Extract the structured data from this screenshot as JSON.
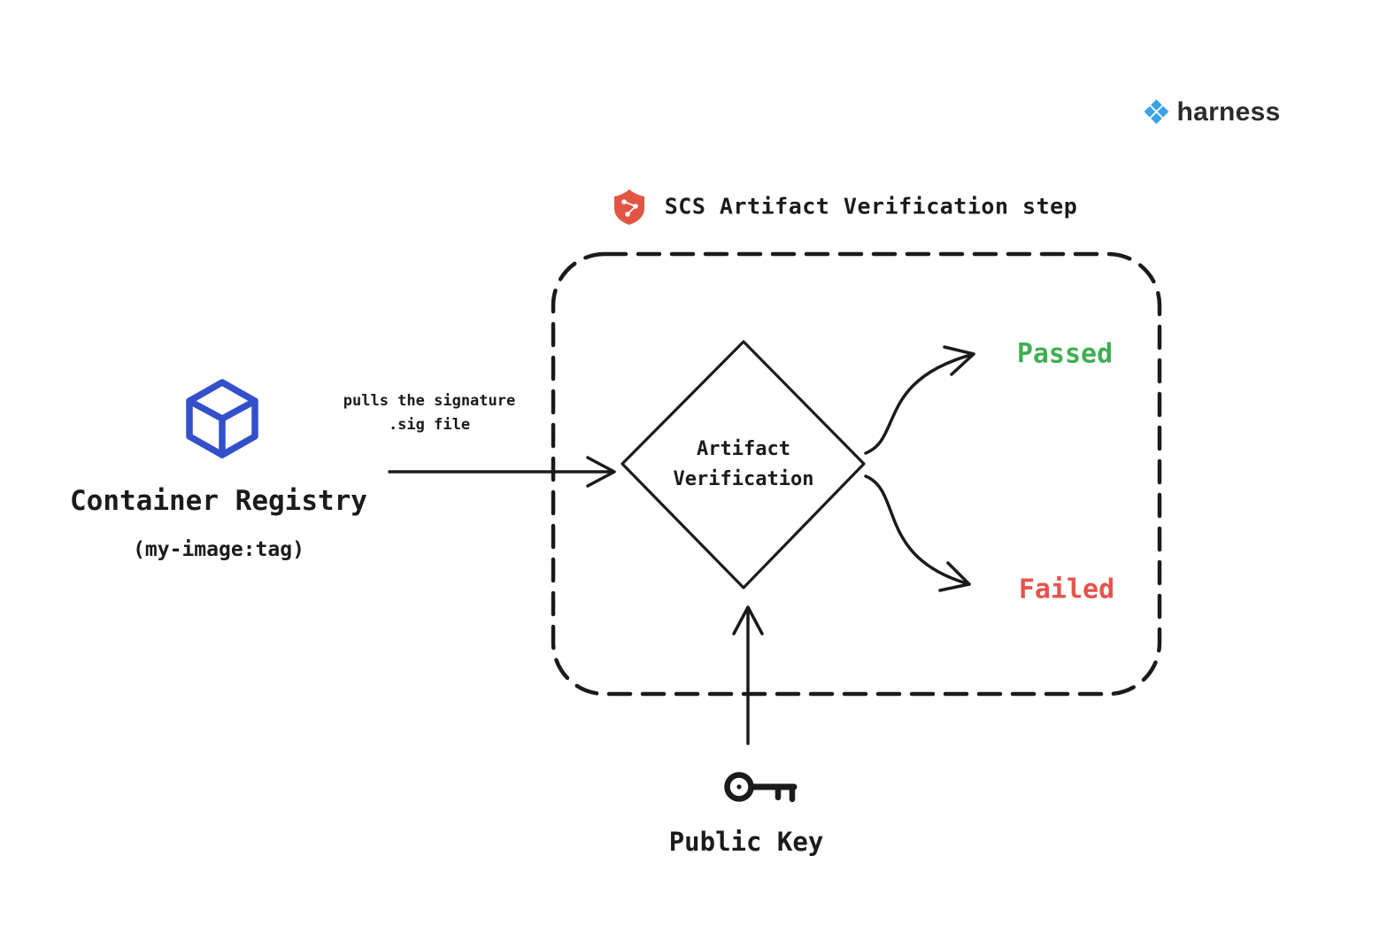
{
  "header": {
    "brand": "harness",
    "brand_icon": "❖"
  },
  "verification_step": {
    "title": "SCS Artifact Verification step",
    "diamond_line1": "Artifact",
    "diamond_line2": "Verification",
    "passed_label": "Passed",
    "failed_label": "Failed"
  },
  "registry": {
    "title": "Container Registry",
    "subtitle": "(my-image:tag)",
    "arrow_note_line1": "pulls the signature",
    "arrow_note_line2": ".sig file"
  },
  "public_key": {
    "label": "Public Key"
  },
  "colors": {
    "ink": "#1b1b1b",
    "passed_green": "#3fae53",
    "failed_red": "#e4544b",
    "cube_blue": "#3350cb",
    "harness_blue": "#3ba1e8",
    "brand_text": "#2b2b2b",
    "shield_red": "#e25444"
  }
}
